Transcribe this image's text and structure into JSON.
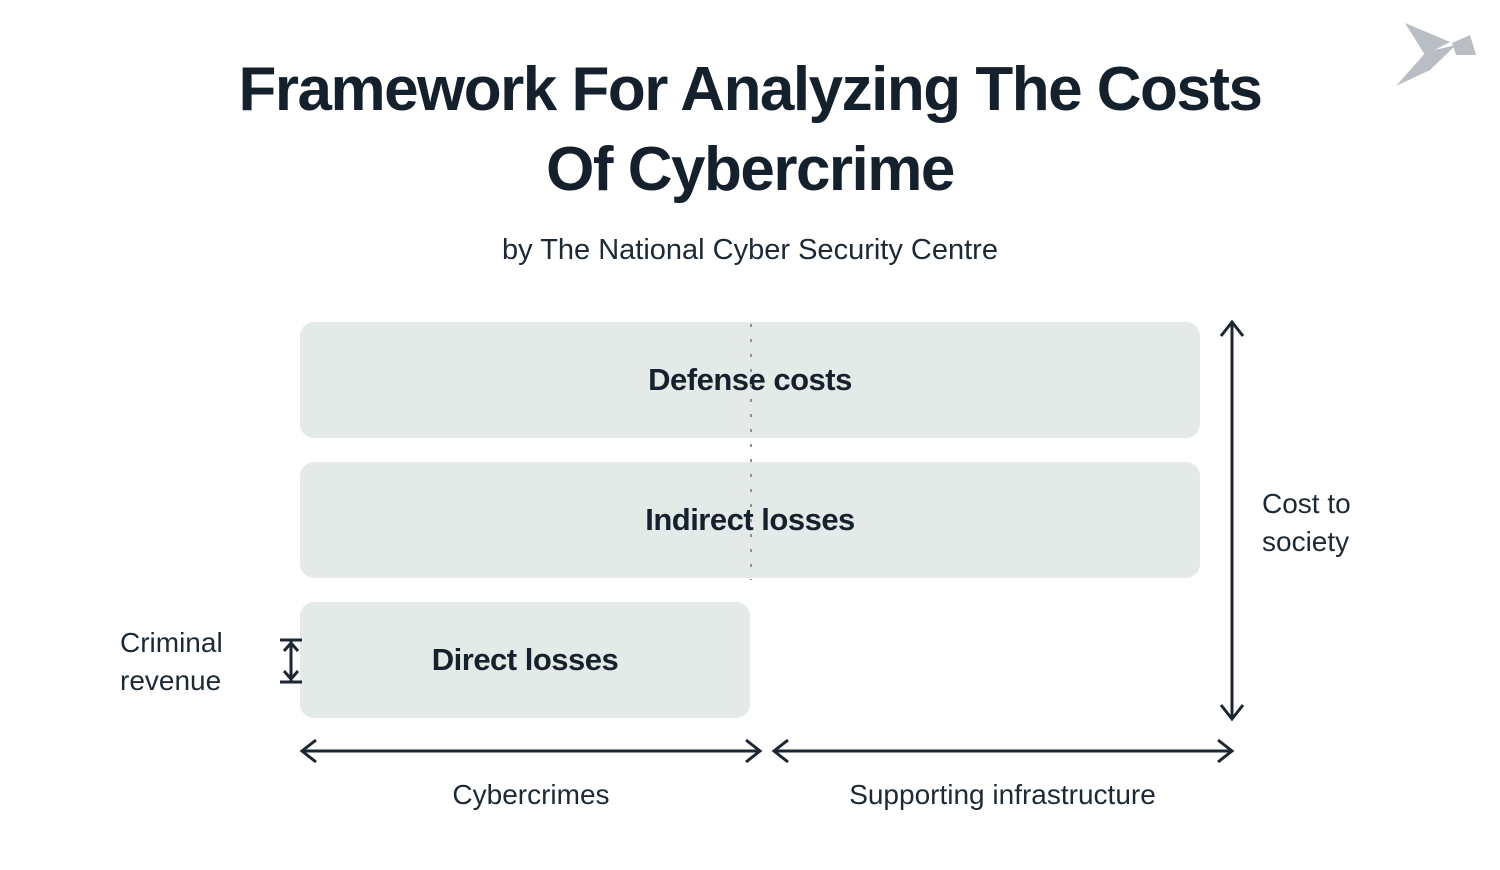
{
  "header": {
    "title_line1": "Framework For Analyzing The Costs",
    "title_line2": "Of Cybercrime",
    "subtitle": "by The National Cyber Security Centre"
  },
  "bars": [
    {
      "label": "Defense costs"
    },
    {
      "label": "Indirect losses"
    },
    {
      "label": "Direct losses"
    }
  ],
  "side_labels": {
    "criminal_revenue": {
      "line1": "Criminal",
      "line2": "revenue"
    },
    "cost_to_society": {
      "line1": "Cost to",
      "line2": "society"
    }
  },
  "axis_labels": [
    {
      "label": "Cybercrimes"
    },
    {
      "label": "Supporting infrastructure"
    }
  ],
  "icons": {
    "logo": "origami-bird"
  },
  "colors": {
    "background": "#ffffff",
    "title_text": "#14202b",
    "body_text": "#1d2935",
    "bar_fill": "#e4eae7",
    "bar_label_text": "#15212c",
    "arrow": "#1c2733",
    "dotted_line": "#8e9296",
    "logo_gray": "#b9bec4"
  }
}
